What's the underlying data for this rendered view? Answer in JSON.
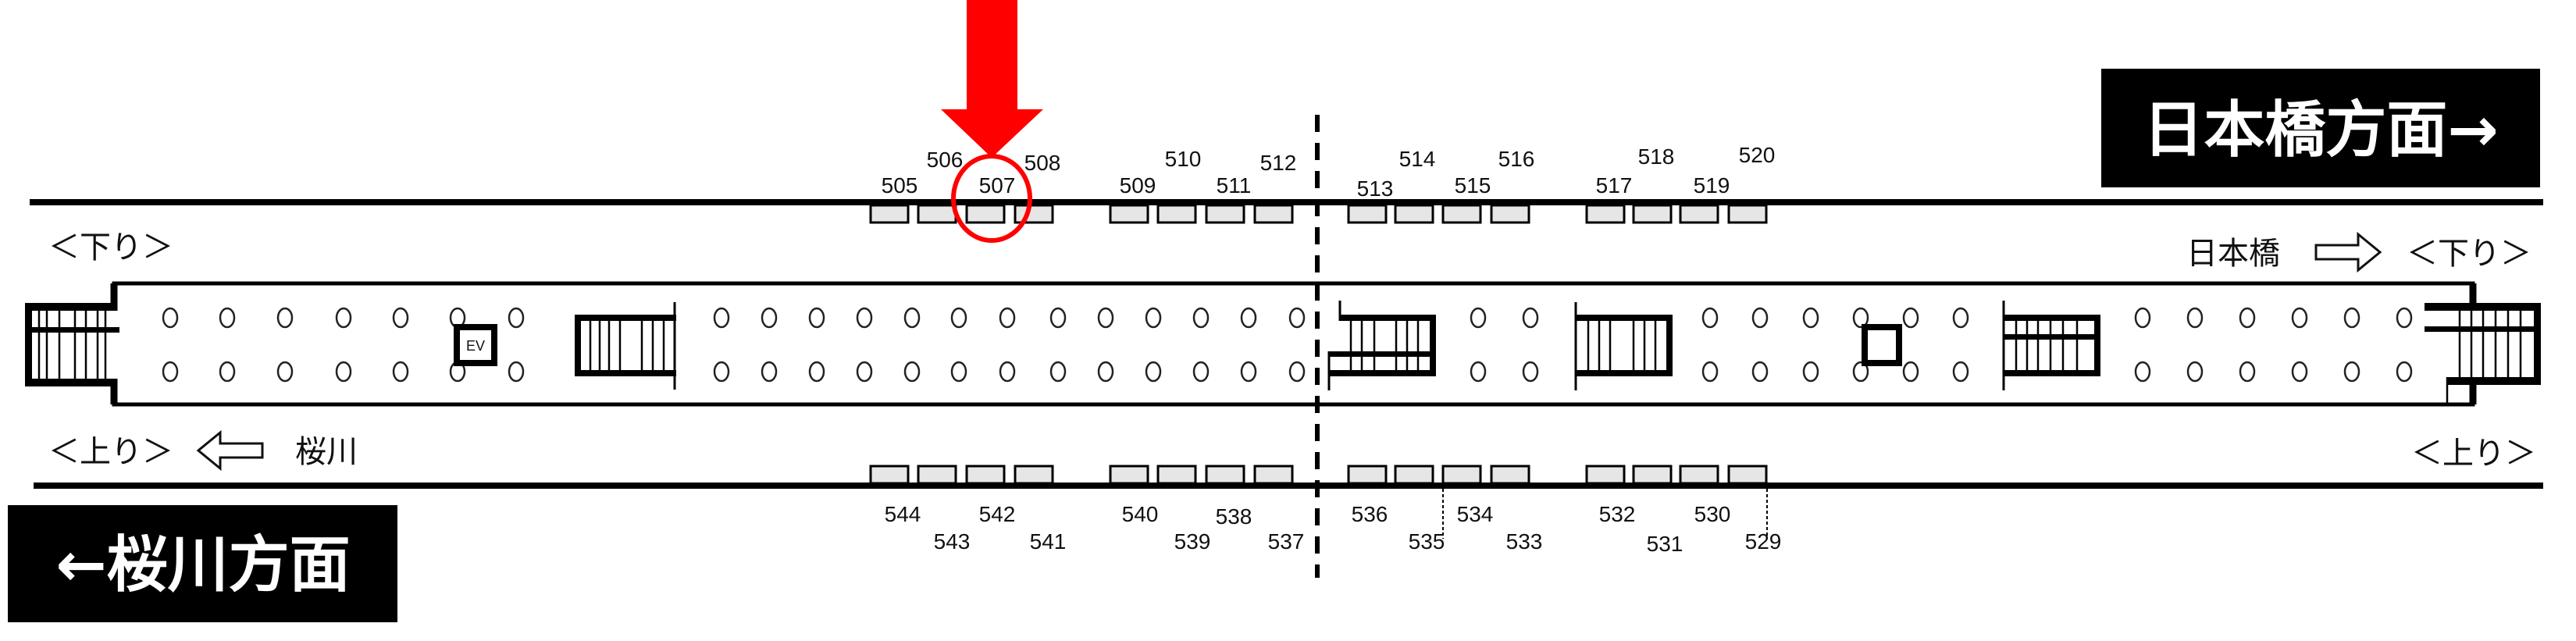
{
  "direction_signs": {
    "nihombashi": "日本橋方面→",
    "sakuragawa": "←桜川方面"
  },
  "platform_labels": {
    "down_left": "＜下り＞",
    "down_right": "＜下り＞",
    "up_left": "＜上り＞",
    "up_right": "＜上り＞",
    "dest_nihombashi": "日本橋",
    "dest_sakuragawa": "桜川"
  },
  "elevator_label": "EV",
  "top_doors": [
    "505",
    "506",
    "507",
    "508",
    "509",
    "510",
    "511",
    "512",
    "513",
    "514",
    "515",
    "516",
    "517",
    "518",
    "519",
    "520"
  ],
  "bottom_doors": [
    "544",
    "543",
    "542",
    "541",
    "540",
    "539",
    "538",
    "537",
    "536",
    "535",
    "534",
    "533",
    "532",
    "531",
    "530",
    "529"
  ],
  "highlight": {
    "door": "507",
    "color": "#ff0000"
  }
}
